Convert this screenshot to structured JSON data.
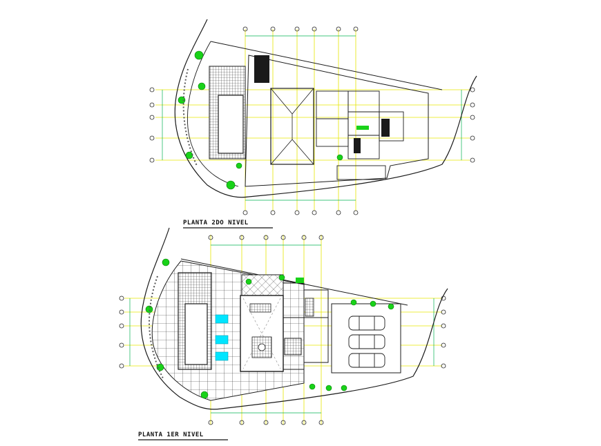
{
  "plans": [
    {
      "id": "upper",
      "title": "PLANTA 2DO NIVEL"
    },
    {
      "id": "lower",
      "title": "PLANTA 1ER NIVEL"
    }
  ],
  "colors": {
    "line": "#1a1a1a",
    "gridline": "#e6e600",
    "dimension": "#00b050",
    "tree": "#19d219",
    "pool": "#00e5ff",
    "hatch": "#444444",
    "axis_bubble": "#222222"
  },
  "parking_spaces": 3,
  "icons": [
    "tree-icon",
    "car-icon",
    "axis-bubble-icon",
    "north-arrow-icon"
  ]
}
